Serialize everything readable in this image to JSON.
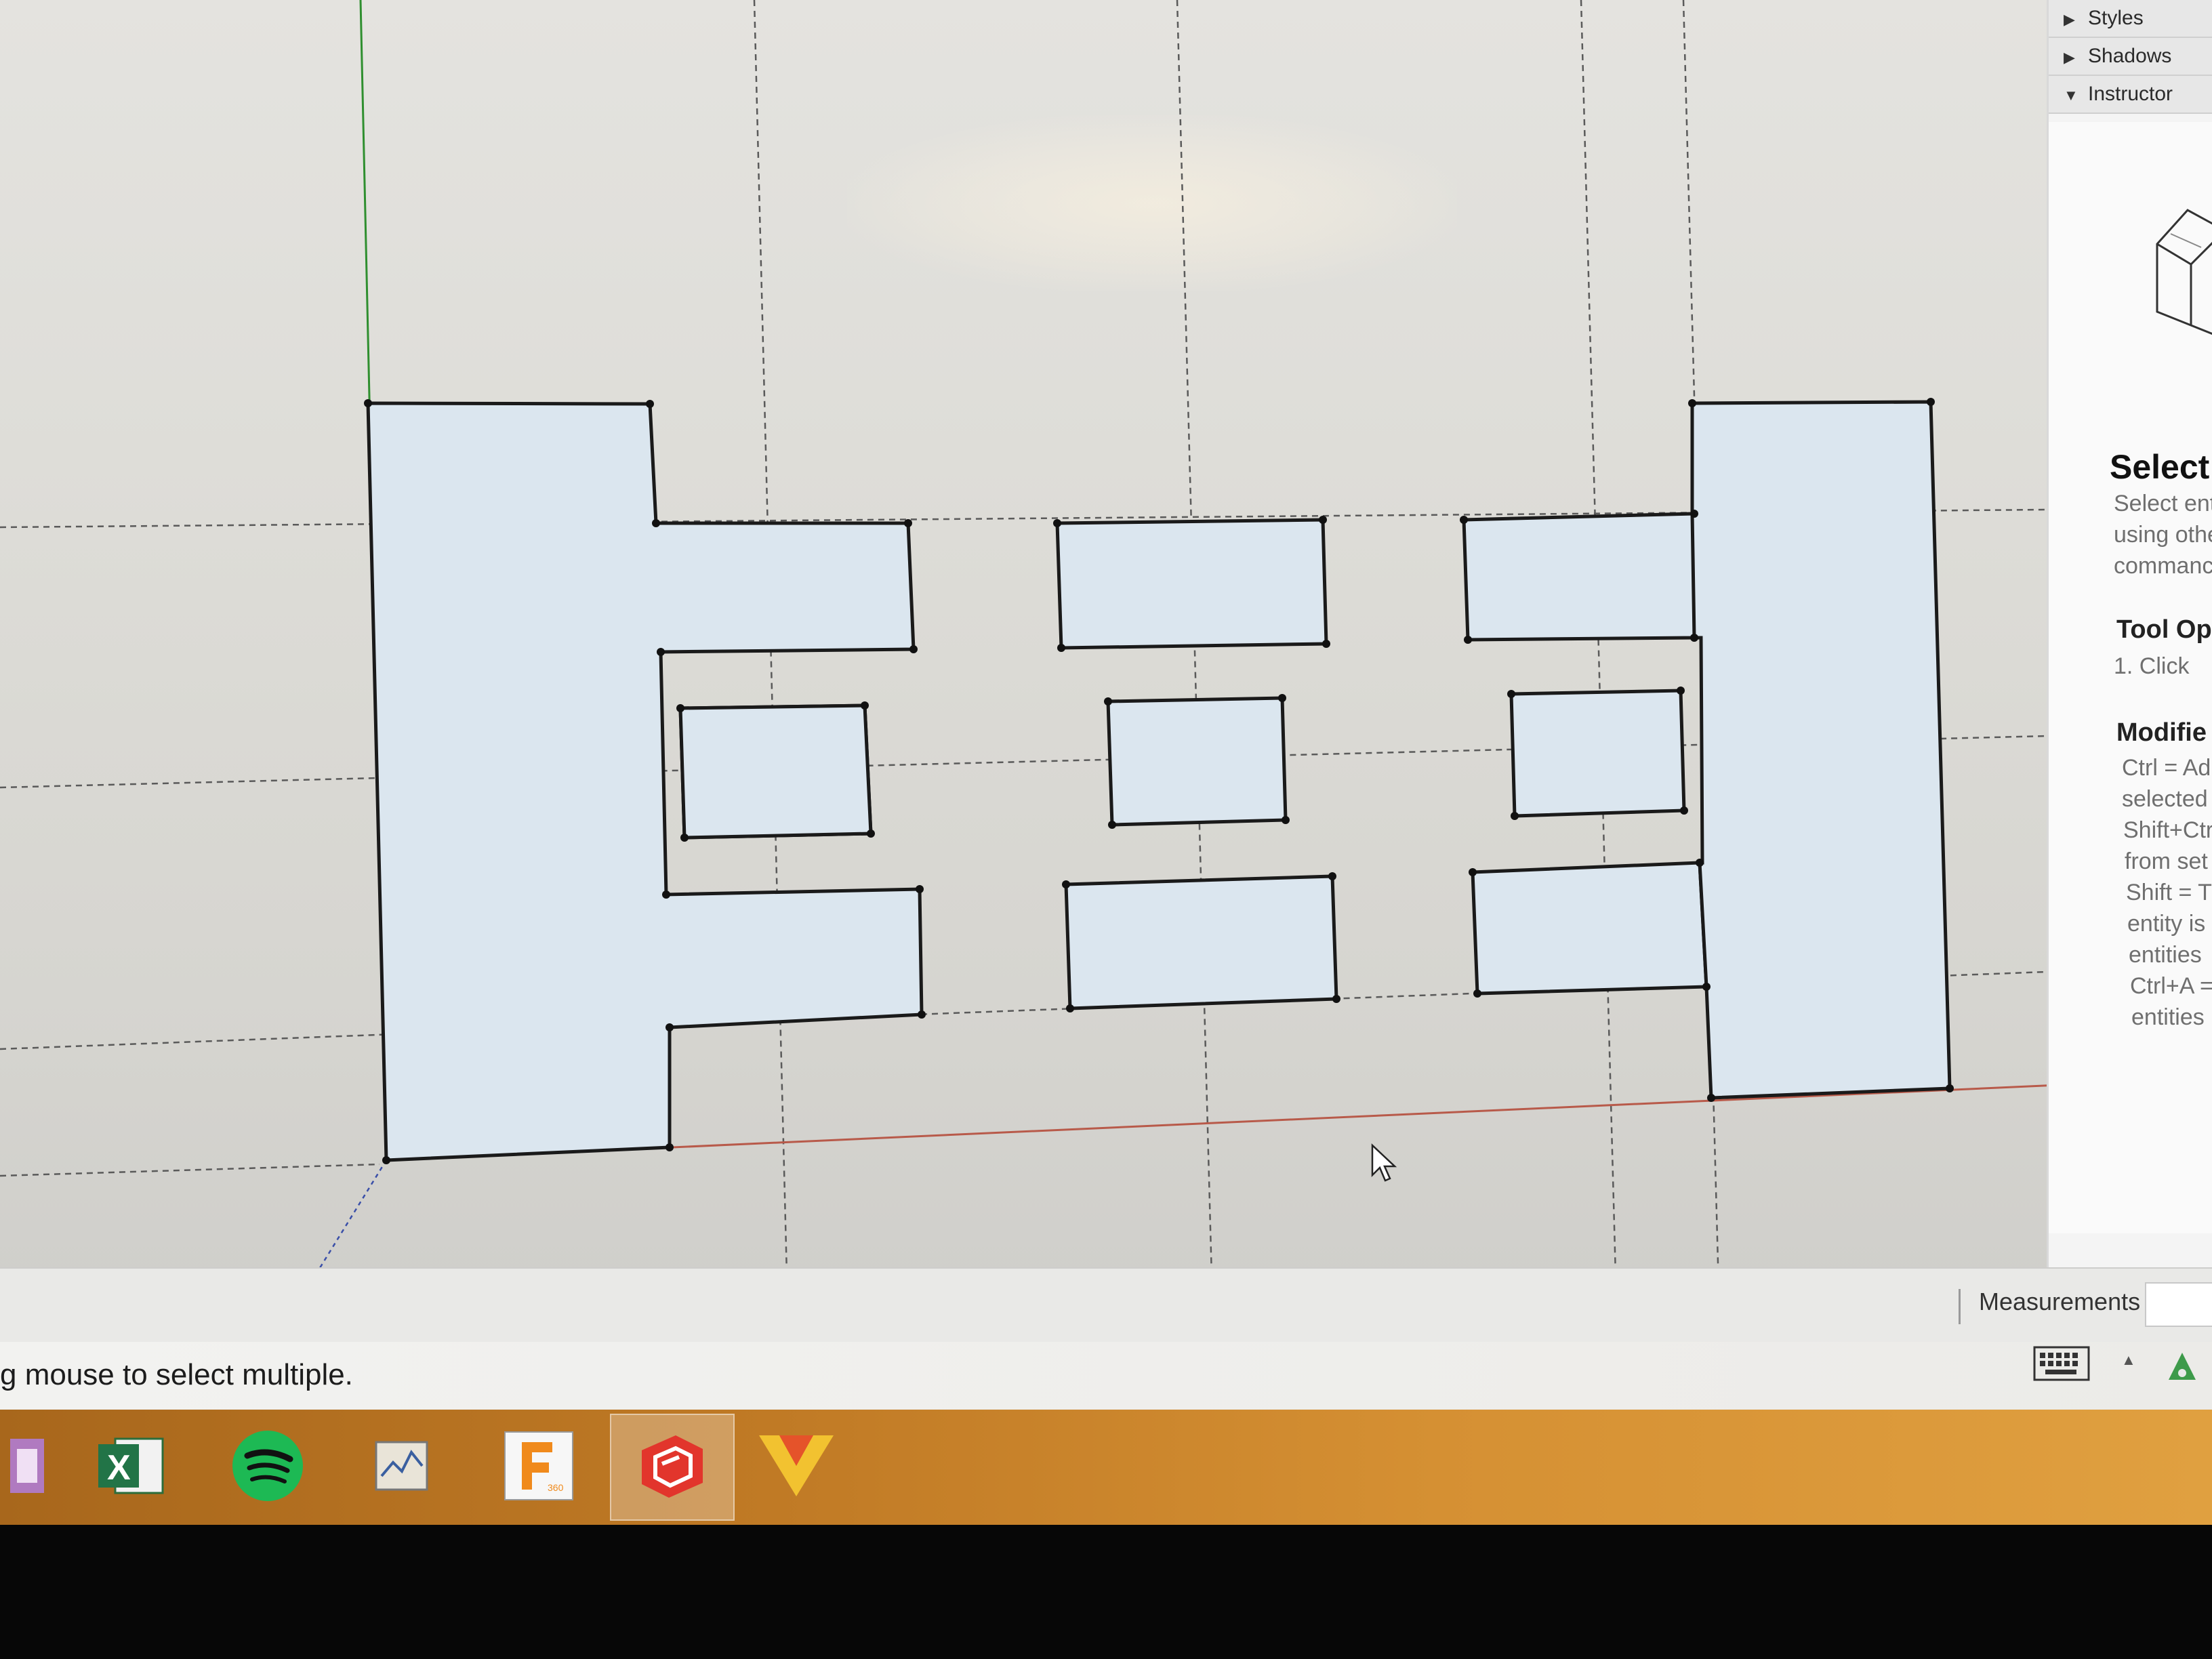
{
  "tray": {
    "panels": [
      {
        "label": "Styles",
        "expanded": false,
        "indicator": "▶"
      },
      {
        "label": "Shadows",
        "expanded": false,
        "indicator": "▶"
      },
      {
        "label": "Instructor",
        "expanded": true,
        "indicator": "▼"
      }
    ],
    "instructor": {
      "title": "Select",
      "description_lines": [
        "Select ent",
        "using othe",
        "commanc"
      ],
      "tool_operations_heading": "Tool Op",
      "tool_operations_item": "1.   Click",
      "modifiers_heading": "Modifie",
      "modifier_lines": [
        "Ctrl = Ad",
        "selected",
        "Shift+Ctr",
        "from set",
        "Shift = T",
        "entity is",
        "entities",
        "Ctrl+A =",
        "entities"
      ]
    }
  },
  "measurements": {
    "label": "Measurements",
    "value": ""
  },
  "status": {
    "text": "g mouse to select multiple."
  },
  "taskbar": {
    "apps": [
      {
        "name": "onenote-app-icon",
        "active": false
      },
      {
        "name": "excel-app-icon",
        "active": false
      },
      {
        "name": "spotify-app-icon",
        "active": false
      },
      {
        "name": "performance-monitor-app-icon",
        "active": false
      },
      {
        "name": "fusion-360-app-icon",
        "active": false
      },
      {
        "name": "sketchup-app-icon",
        "active": true
      },
      {
        "name": "vectorworks-app-icon",
        "active": false
      }
    ]
  },
  "colors": {
    "face_fill": "#dbe6ef",
    "edge": "#1a1a1a",
    "green_axis": "#2f8f2f",
    "red_axis": "#b85a4a",
    "blue_axis": "#3a4fa8",
    "guide": "#5a5a5a"
  },
  "model": {
    "shapes": [
      {
        "name": "left-wing-face",
        "kind": "polygon"
      },
      {
        "name": "left-inner-window-face",
        "kind": "rect"
      },
      {
        "name": "center-top-window-face",
        "kind": "rect"
      },
      {
        "name": "center-middle-window-face",
        "kind": "rect"
      },
      {
        "name": "center-bottom-window-face",
        "kind": "rect"
      },
      {
        "name": "right-top-window-face",
        "kind": "rect"
      },
      {
        "name": "right-inner-window-face",
        "kind": "rect"
      },
      {
        "name": "right-bottom-window-face",
        "kind": "rect"
      },
      {
        "name": "right-wing-face",
        "kind": "polygon"
      }
    ]
  }
}
